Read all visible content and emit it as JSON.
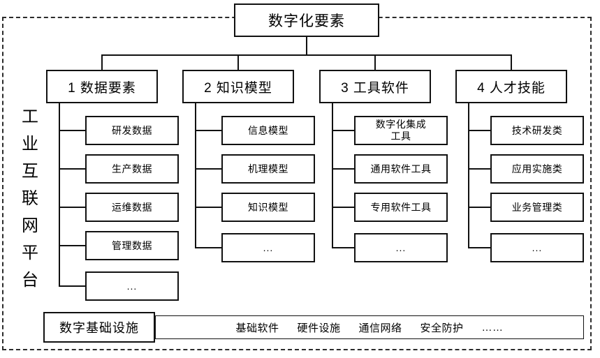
{
  "diagram": {
    "platform_label": "工业互联网平台",
    "title": "数字化要素",
    "categories": [
      {
        "label": "1 数据要素",
        "items": [
          {
            "text": "研发数据"
          },
          {
            "text": "生产数据"
          },
          {
            "text": "运维数据"
          },
          {
            "text": "管理数据"
          },
          {
            "text": "..."
          }
        ]
      },
      {
        "label": "2 知识模型",
        "items": [
          {
            "text": "信息模型"
          },
          {
            "text": "机理模型"
          },
          {
            "text": "知识模型"
          },
          {
            "text": "..."
          }
        ]
      },
      {
        "label": "3 工具软件",
        "items": [
          {
            "text": "数字化集成",
            "text2": "工具"
          },
          {
            "text": "通用软件工具"
          },
          {
            "text": "专用软件工具"
          },
          {
            "text": "..."
          }
        ]
      },
      {
        "label": "4 人才技能",
        "items": [
          {
            "text": "技术研发类"
          },
          {
            "text": "应用实施类"
          },
          {
            "text": "业务管理类"
          },
          {
            "text": "..."
          }
        ]
      }
    ],
    "infrastructure": {
      "label": "数字基础设施",
      "items": [
        "基础软件",
        "硬件设施",
        "通信网络",
        "安全防护",
        "……"
      ]
    }
  },
  "colors": {
    "line": "#111111",
    "frame": "#2b2b2b",
    "background": "#ffffff",
    "text": "#000000"
  }
}
